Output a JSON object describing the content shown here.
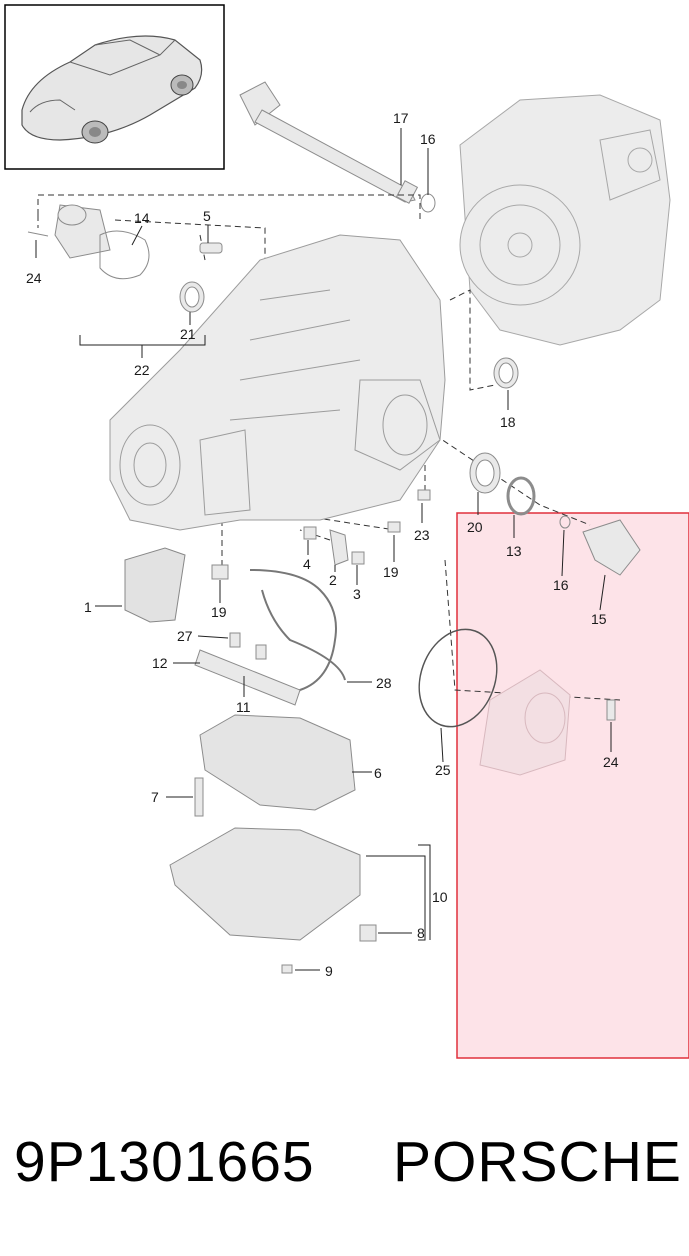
{
  "diagram": {
    "callouts": [
      "1",
      "2",
      "3",
      "4",
      "5",
      "6",
      "7",
      "8",
      "9",
      "10",
      "11",
      "12",
      "13",
      "14",
      "15",
      "16",
      "16",
      "17",
      "18",
      "19",
      "19",
      "20",
      "21",
      "22",
      "23",
      "24",
      "24",
      "25",
      "27",
      "28"
    ]
  },
  "caption": {
    "part_number": "9P1301665",
    "brand": "PORSCHE"
  },
  "colors": {
    "highlight_fill": "#fde3e8",
    "highlight_border": "#e0303c",
    "part_fill": "#e9e9e9",
    "part_stroke": "#8c8c8c"
  }
}
